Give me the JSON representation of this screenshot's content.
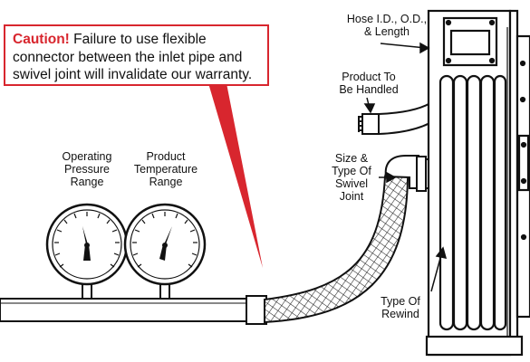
{
  "caution": {
    "prefix": "Caution!",
    "line1": " Failure to use flexible",
    "line2": "connector between the inlet pipe and",
    "line3": "swivel joint will invalidate our warranty."
  },
  "labels": {
    "hose_id": [
      "Hose I.D., O.D.,",
      "& Length"
    ],
    "product_handled": [
      "Product To",
      "Be Handled"
    ],
    "operating_pressure": [
      "Operating",
      "Pressure",
      "Range"
    ],
    "product_temperature": [
      "Product",
      "Temperature",
      "Range"
    ],
    "swivel_joint": [
      "Size &",
      "Type Of",
      "Swivel",
      "Joint"
    ],
    "rewind": [
      "Type Of",
      "Rewind"
    ]
  },
  "colors": {
    "accent": "#d8262e",
    "line": "#111111"
  }
}
